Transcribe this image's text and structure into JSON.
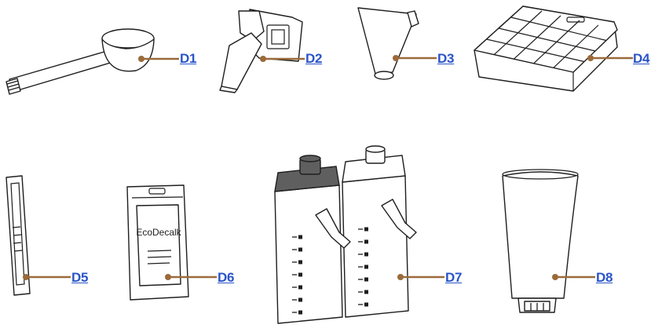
{
  "parts": [
    {
      "id": "d1",
      "label": "D1",
      "icon": "cleaning-brush-scoop-icon"
    },
    {
      "id": "d2",
      "label": "D2",
      "icon": "milk-nozzle-icon"
    },
    {
      "id": "d3",
      "label": "D3",
      "icon": "funnel-icon"
    },
    {
      "id": "d4",
      "label": "D4",
      "icon": "ice-cube-tray-icon"
    },
    {
      "id": "d5",
      "label": "D5",
      "icon": "test-strip-icon"
    },
    {
      "id": "d6",
      "label": "D6",
      "icon": "descaler-pack-icon"
    },
    {
      "id": "d7",
      "label": "D7",
      "icon": "milk-container-icon"
    },
    {
      "id": "d8",
      "label": "D8",
      "icon": "water-filter-icon"
    }
  ],
  "descaler_brand": "EcoDecalk",
  "colors": {
    "leader": "#9b6a3a",
    "label": "#2a55c8",
    "outline": "#1e1e1e",
    "lid_dark": "#5f5f5f"
  }
}
